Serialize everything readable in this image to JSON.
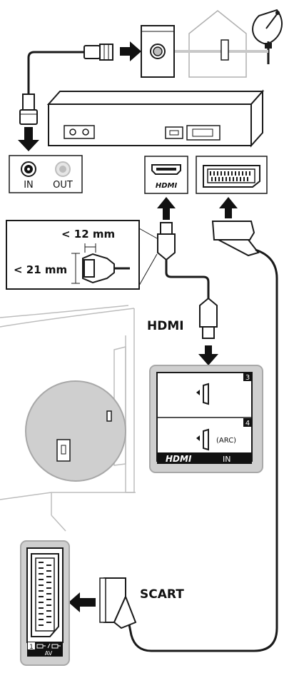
{
  "dimensions": {
    "width_label": "< 12 mm",
    "height_label": "< 21 mm"
  },
  "labels": {
    "hdmi_cable": "HDMI",
    "scart_cable": "SCART",
    "antenna_in": "IN",
    "antenna_out": "OUT",
    "stb_hdmi_logo": "HDMI",
    "tv_hdmi_port_3_number": "3",
    "tv_hdmi_port_4_number": "4",
    "tv_hdmi_port_4_arc": "(ARC)",
    "tv_hdmi_panel_logo": "HDMI",
    "tv_hdmi_panel_in": "IN",
    "scart_port_number": "1",
    "scart_port_av": "AV"
  },
  "colors": {
    "line": "#1a1a1a",
    "panel_grey": "#cfcfcf",
    "light_grey": "#dcdcdc",
    "faint_line": "#c8c8c8",
    "black": "#111111"
  }
}
